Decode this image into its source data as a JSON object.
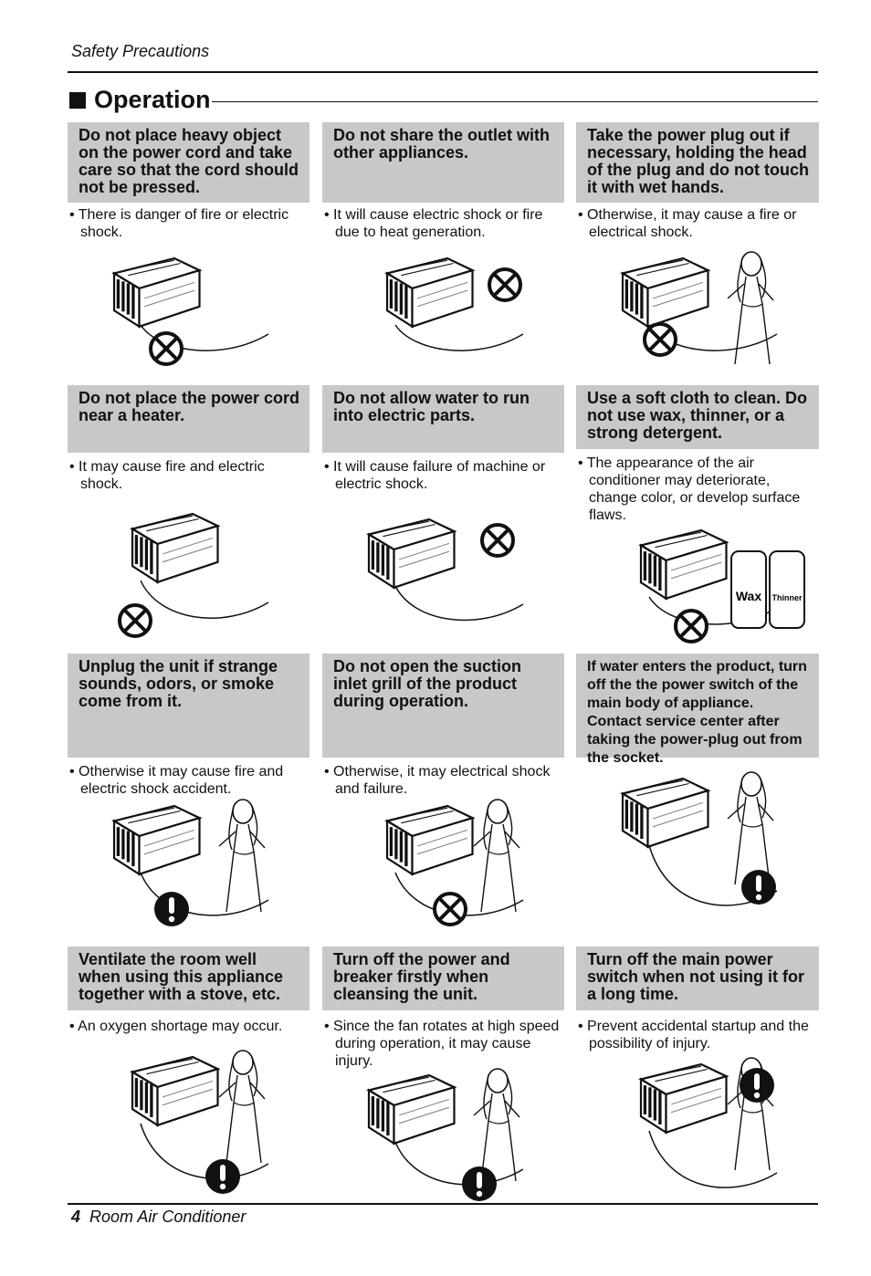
{
  "header": {
    "label": "Safety Precautions"
  },
  "section": {
    "title": "Operation"
  },
  "cells": [
    {
      "title": "Do not place heavy object on the power cord and take care so that the cord should not be pressed.",
      "note": "• There is danger of fire or electric shock.",
      "symbol": "prohibit-icon"
    },
    {
      "title": "Do not share the outlet with other appliances.",
      "note": "• It will cause electric shock or fire due to heat generation.",
      "symbol": "prohibit-icon"
    },
    {
      "title": "Take the power plug out if necessary, holding the head of the plug and do not touch it with wet hands.",
      "note": "• Otherwise, it may cause a fire or electrical shock.",
      "symbol": "prohibit-icon"
    },
    {
      "title": "Do not place the power cord near a heater.",
      "note": "• It may cause fire and electric shock.",
      "symbol": "prohibit-icon"
    },
    {
      "title": "Do not allow water to run into electric parts.",
      "note": "• It will cause failure of machine or electric shock.",
      "symbol": "prohibit-icon"
    },
    {
      "title": "Use a soft cloth to clean. Do not use wax, thinner, or a strong detergent.",
      "note": "• The appearance of the air conditioner may deteriorate, change color, or develop surface flaws.",
      "symbol": "prohibit-icon",
      "labels": [
        "Wax",
        "Thinner"
      ]
    },
    {
      "title": "Unplug the unit if strange sounds, odors, or smoke come from it.",
      "note": "• Otherwise it may cause fire and electric shock accident.",
      "symbol": "mandatory-icon"
    },
    {
      "title": "Do not open the suction inlet grill of the product during operation.",
      "note": "• Otherwise, it may electrical shock and failure.",
      "symbol": "prohibit-icon"
    },
    {
      "title": "If water enters the product, turn off the the power switch of the main body of appliance. Contact service center after taking the power-plug out from the socket.",
      "note": "",
      "symbol": "mandatory-icon"
    },
    {
      "title": "Ventilate the room well when using this appliance together with a stove, etc.",
      "note": "• An oxygen shortage may occur.",
      "symbol": "mandatory-icon"
    },
    {
      "title": "Turn off the power and breaker firstly when cleansing the unit.",
      "note": "• Since the fan rotates at high speed during operation, it may cause injury.",
      "symbol": "mandatory-icon"
    },
    {
      "title": "Turn off the main power switch when not using it for a long time.",
      "note": "• Prevent accidental startup and the possibility of injury.",
      "symbol": "mandatory-icon"
    }
  ],
  "footer": {
    "page_number": "4",
    "title": "Room Air Conditioner"
  }
}
